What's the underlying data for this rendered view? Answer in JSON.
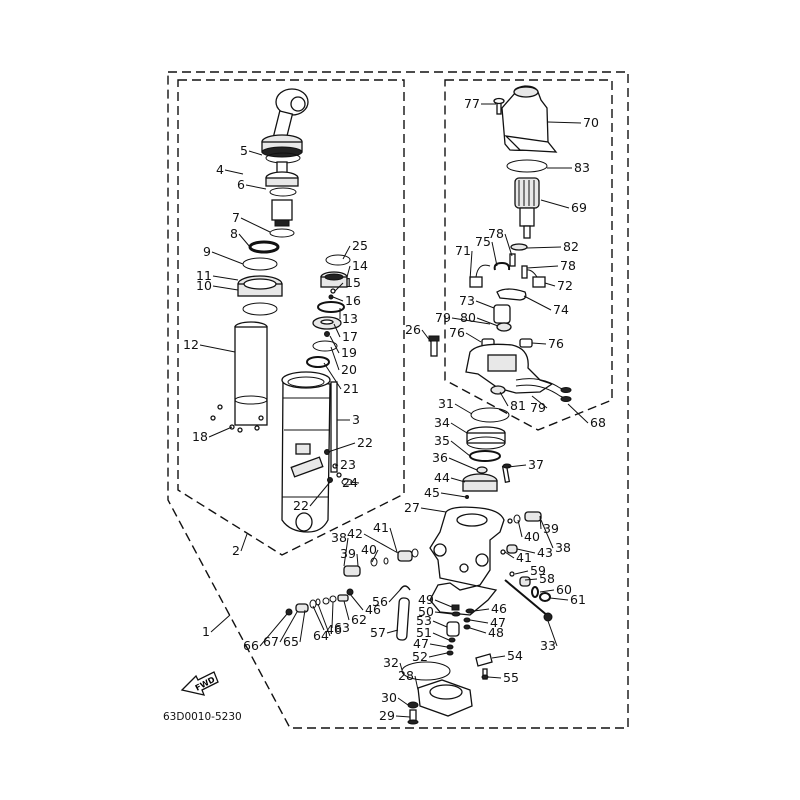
{
  "diagram": {
    "title": "Power Trim & Tilt Assembly exploded view",
    "drawing_code": "63D0010-5230",
    "fwd_arrow_label": "FWD",
    "groups": {
      "outer_assembly": "1",
      "tilt_cylinder_group": "2",
      "motor_group": "68"
    },
    "part_labels": [
      "1",
      "2",
      "3",
      "4",
      "5",
      "6",
      "7",
      "8",
      "9",
      "10",
      "11",
      "12",
      "13",
      "14",
      "15",
      "16",
      "17",
      "18",
      "19",
      "20",
      "21",
      "22",
      "22",
      "23",
      "24",
      "25",
      "26",
      "27",
      "28",
      "29",
      "30",
      "31",
      "32",
      "33",
      "34",
      "35",
      "36",
      "37",
      "38",
      "38",
      "39",
      "39",
      "40",
      "40",
      "41",
      "41",
      "42",
      "43",
      "44",
      "45",
      "46",
      "46",
      "46",
      "47",
      "47",
      "48",
      "49",
      "50",
      "51",
      "52",
      "53",
      "54",
      "55",
      "56",
      "57",
      "58",
      "59",
      "60",
      "61",
      "62",
      "63",
      "64",
      "65",
      "66",
      "67",
      "68",
      "69",
      "70",
      "71",
      "72",
      "73",
      "74",
      "75",
      "76",
      "76",
      "77",
      "78",
      "78",
      "79",
      "79",
      "80",
      "81",
      "82",
      "83"
    ]
  }
}
